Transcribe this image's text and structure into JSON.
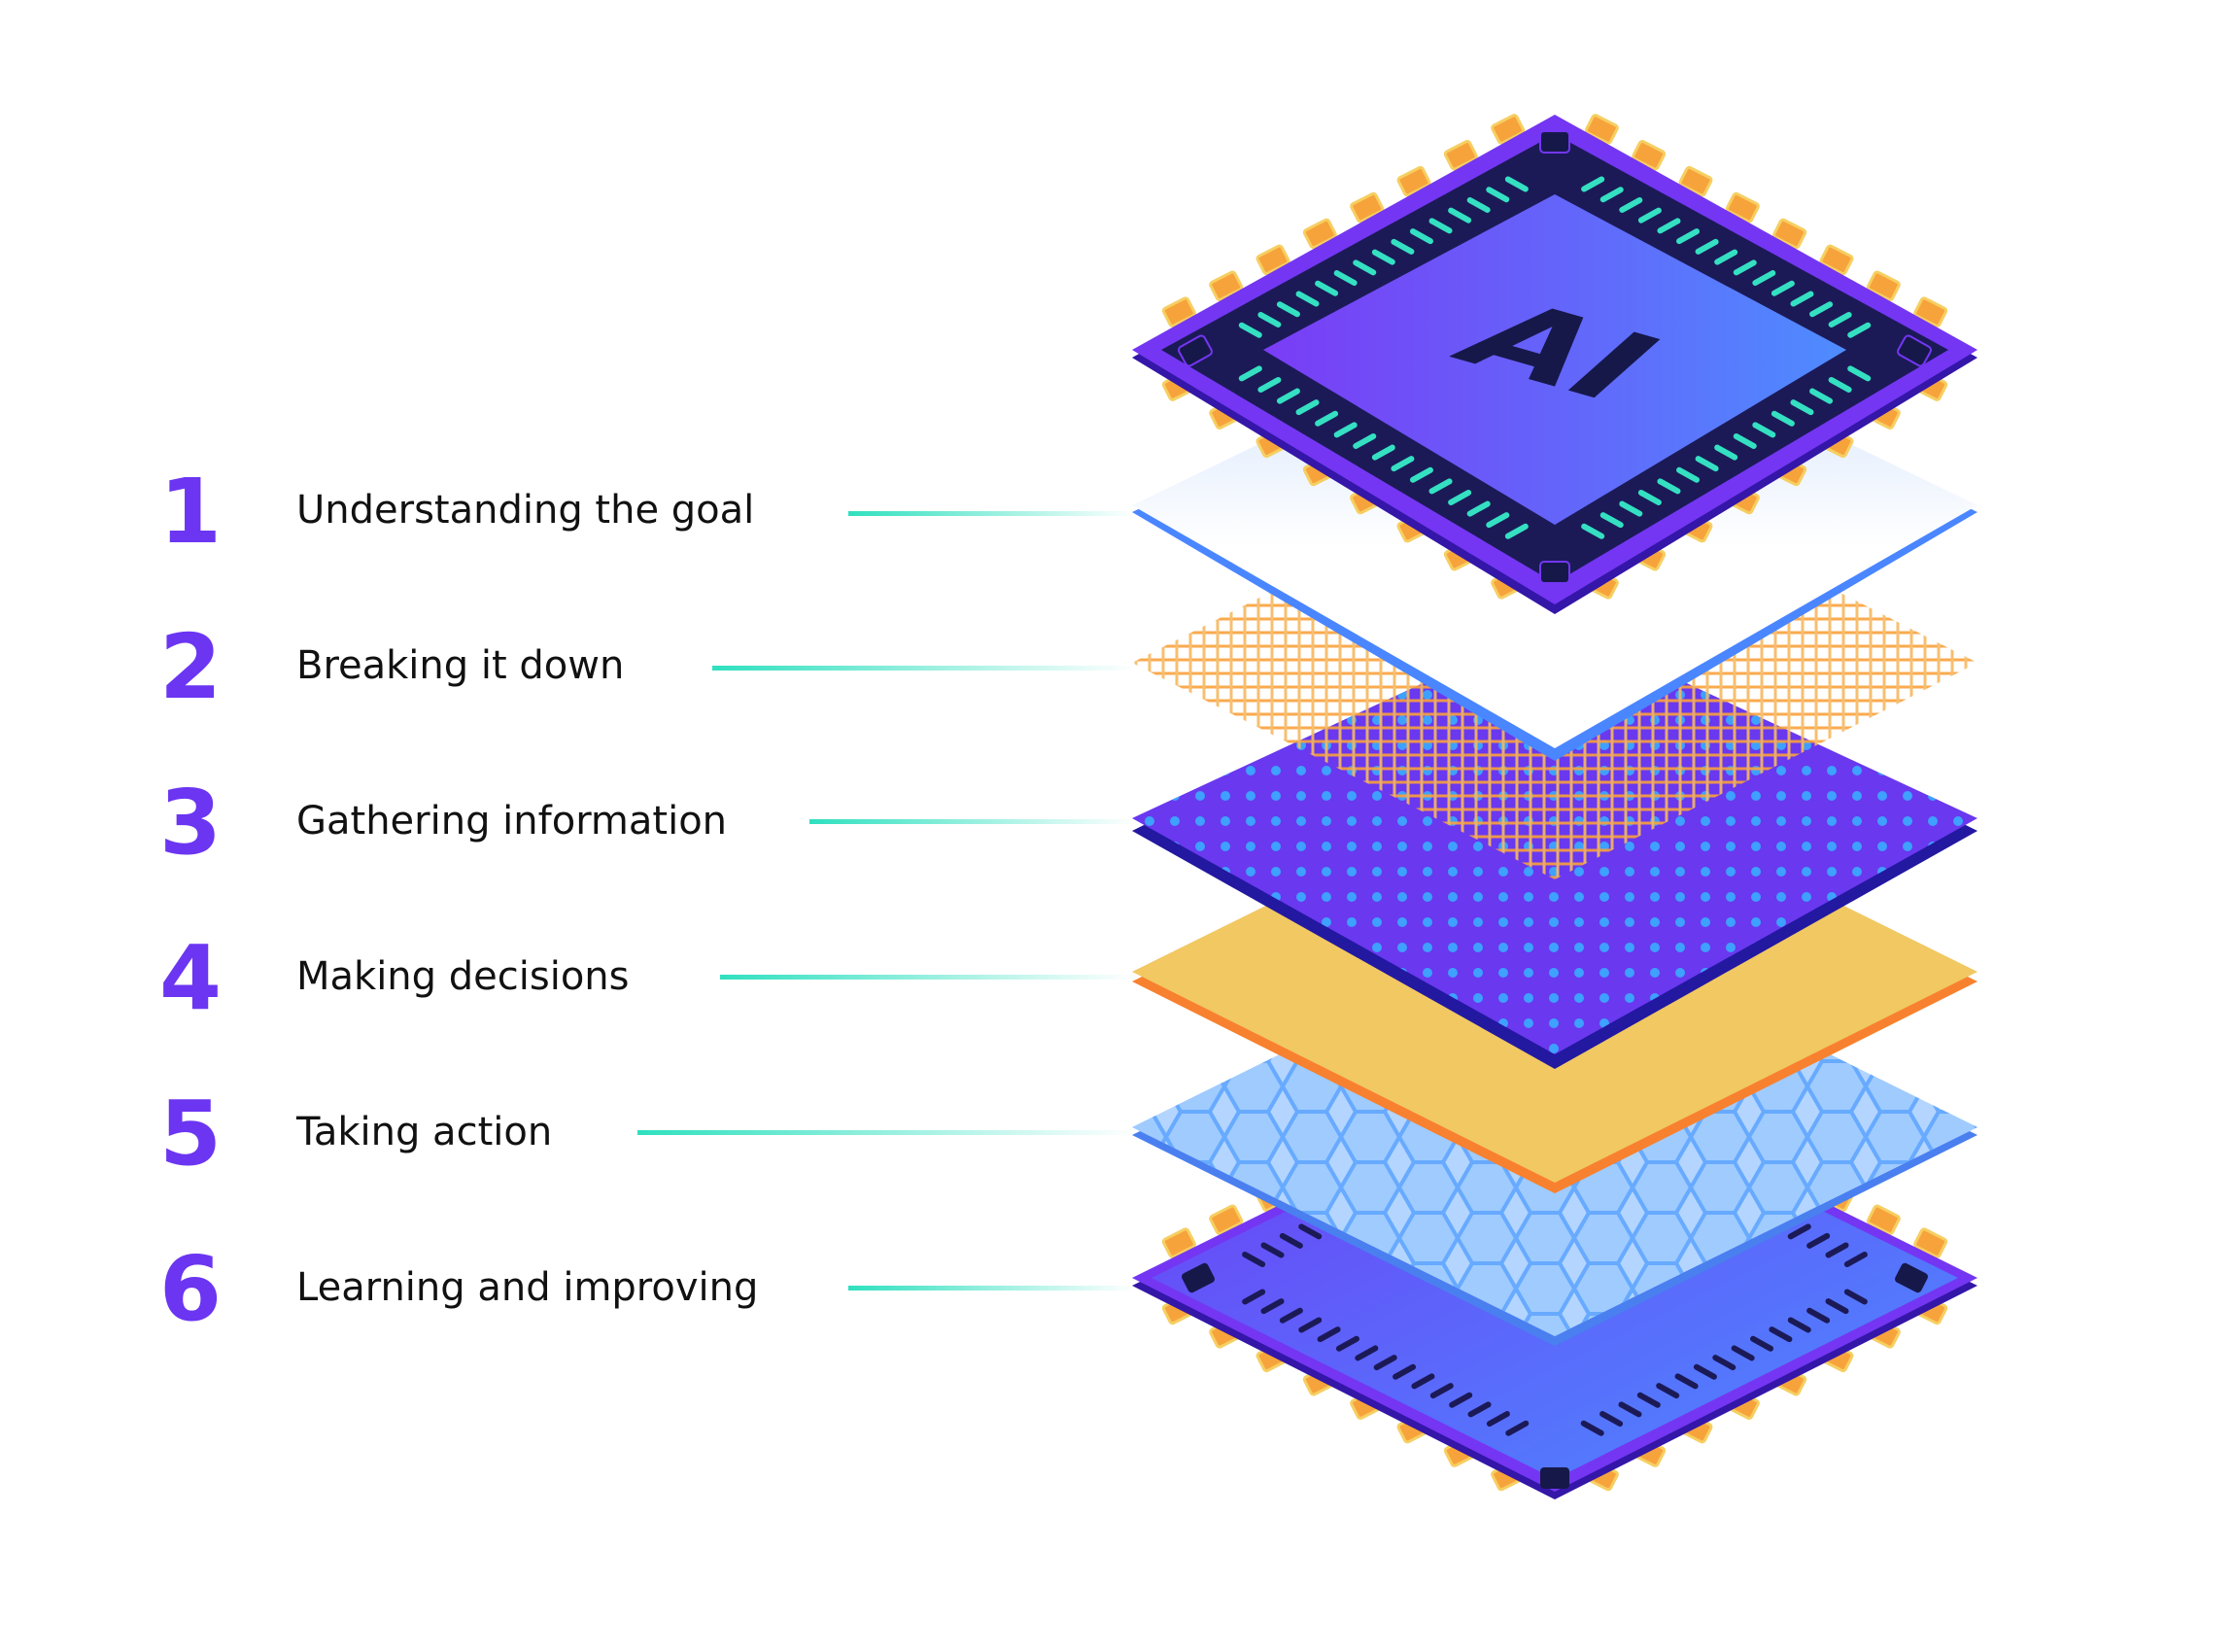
{
  "chip": {
    "label": "AI"
  },
  "steps": [
    {
      "number": "1",
      "label": "Understanding the goal"
    },
    {
      "number": "2",
      "label": "Breaking it down"
    },
    {
      "number": "3",
      "label": "Gathering information"
    },
    {
      "number": "4",
      "label": "Making decisions"
    },
    {
      "number": "5",
      "label": "Taking action"
    },
    {
      "number": "6",
      "label": "Learning and improving"
    }
  ],
  "colors": {
    "accent_purple": "#6b35f2",
    "connector_teal": "#2fe0bf",
    "chip_dark": "#16184a",
    "pin_orange": "#f7a33c",
    "mesh_orange": "#f9a13a",
    "dots_blue": "#3ea0ff",
    "gold_layer": "#f1c862",
    "hex_blue": "#8ec2ff"
  },
  "icons": [
    "ai-chip-icon",
    "circuit-base-icon",
    "mesh-layer-icon",
    "hex-layer-icon"
  ]
}
